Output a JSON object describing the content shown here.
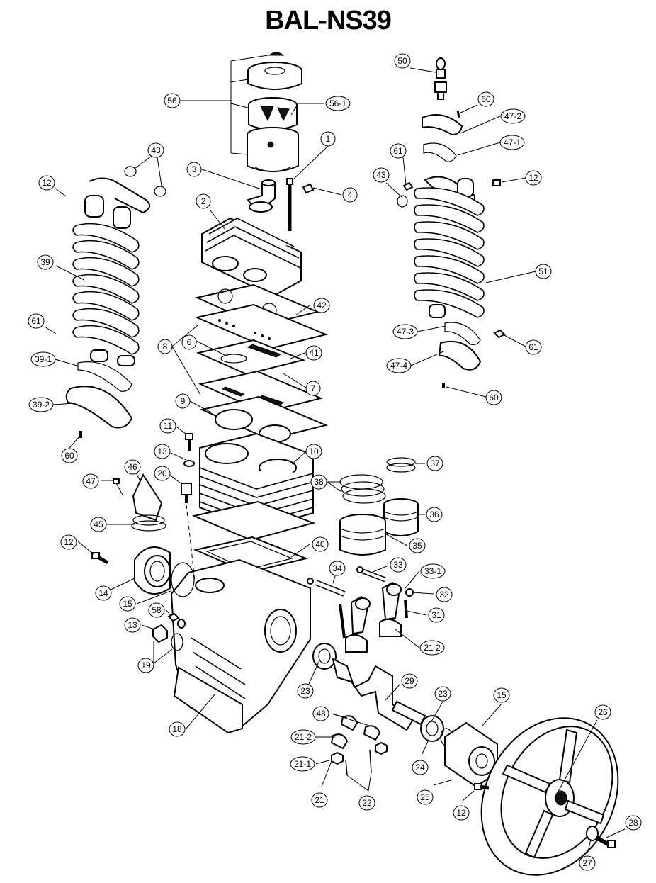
{
  "title": "BAL-NS39",
  "callouts": [
    {
      "id": "56",
      "text": "56"
    },
    {
      "id": "56-1",
      "text": "56-1"
    },
    {
      "id": "1",
      "text": "1"
    },
    {
      "id": "3",
      "text": "3"
    },
    {
      "id": "4",
      "text": "4"
    },
    {
      "id": "2",
      "text": "2"
    },
    {
      "id": "43a",
      "text": "43"
    },
    {
      "id": "12a",
      "text": "12"
    },
    {
      "id": "39",
      "text": "39"
    },
    {
      "id": "61a",
      "text": "61"
    },
    {
      "id": "39-1",
      "text": "39-1"
    },
    {
      "id": "39-2",
      "text": "39-2"
    },
    {
      "id": "60a",
      "text": "60"
    },
    {
      "id": "42",
      "text": "42"
    },
    {
      "id": "8",
      "text": "8"
    },
    {
      "id": "6",
      "text": "6"
    },
    {
      "id": "41",
      "text": "41"
    },
    {
      "id": "7",
      "text": "7"
    },
    {
      "id": "9",
      "text": "9"
    },
    {
      "id": "11",
      "text": "11"
    },
    {
      "id": "13a",
      "text": "13"
    },
    {
      "id": "10",
      "text": "10"
    },
    {
      "id": "20",
      "text": "20"
    },
    {
      "id": "46",
      "text": "46"
    },
    {
      "id": "47",
      "text": "47"
    },
    {
      "id": "45",
      "text": "45"
    },
    {
      "id": "12b",
      "text": "12"
    },
    {
      "id": "14",
      "text": "14"
    },
    {
      "id": "15a",
      "text": "15"
    },
    {
      "id": "58",
      "text": "58"
    },
    {
      "id": "13b",
      "text": "13"
    },
    {
      "id": "19",
      "text": "19"
    },
    {
      "id": "18",
      "text": "18"
    },
    {
      "id": "40",
      "text": "40"
    },
    {
      "id": "38",
      "text": "38"
    },
    {
      "id": "37",
      "text": "37"
    },
    {
      "id": "36",
      "text": "36"
    },
    {
      "id": "35",
      "text": "35"
    },
    {
      "id": "34",
      "text": "34"
    },
    {
      "id": "33",
      "text": "33"
    },
    {
      "id": "33-1",
      "text": "33-1"
    },
    {
      "id": "32",
      "text": "32"
    },
    {
      "id": "31",
      "text": "31"
    },
    {
      "id": "21-2a",
      "text": "21 2"
    },
    {
      "id": "23a",
      "text": "23"
    },
    {
      "id": "29",
      "text": "29"
    },
    {
      "id": "48",
      "text": "48"
    },
    {
      "id": "21-2b",
      "text": "21-2"
    },
    {
      "id": "21-1",
      "text": "21-1"
    },
    {
      "id": "21",
      "text": "21"
    },
    {
      "id": "22",
      "text": "22"
    },
    {
      "id": "23b",
      "text": "23"
    },
    {
      "id": "24",
      "text": "24"
    },
    {
      "id": "15b",
      "text": "15"
    },
    {
      "id": "25",
      "text": "25"
    },
    {
      "id": "12c",
      "text": "12"
    },
    {
      "id": "26",
      "text": "26"
    },
    {
      "id": "28",
      "text": "28"
    },
    {
      "id": "27",
      "text": "27"
    },
    {
      "id": "50",
      "text": "50"
    },
    {
      "id": "60b",
      "text": "60"
    },
    {
      "id": "47-2",
      "text": "47-2"
    },
    {
      "id": "47-1",
      "text": "47-1"
    },
    {
      "id": "61b",
      "text": "61"
    },
    {
      "id": "43b",
      "text": "43"
    },
    {
      "id": "12d",
      "text": "12"
    },
    {
      "id": "51",
      "text": "51"
    },
    {
      "id": "47-3",
      "text": "47-3"
    },
    {
      "id": "61c",
      "text": "61"
    },
    {
      "id": "47-4",
      "text": "47-4"
    },
    {
      "id": "60c",
      "text": "60"
    }
  ]
}
